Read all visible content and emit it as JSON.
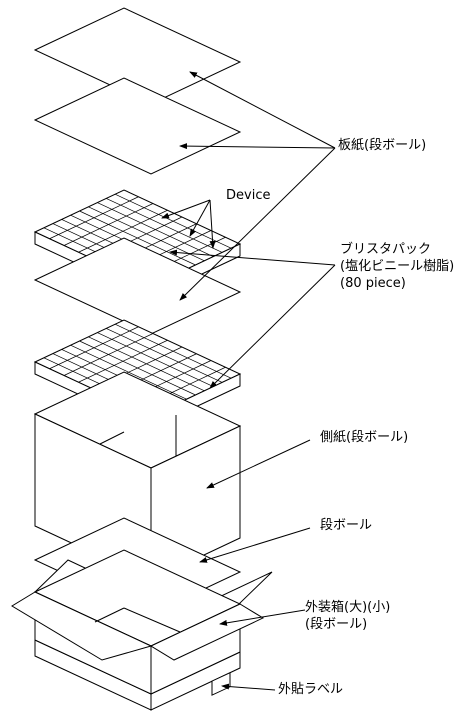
{
  "labels": {
    "board": "板紙(段ボール)",
    "device": "Device",
    "blister_line1": "ブリスタパック",
    "blister_line2": "(塩化ビニール樹脂)",
    "blister_line3": "(80 piece)",
    "side_board": "側紙(段ボール)",
    "corrugated": "段ボール",
    "outer_box_line1": "外装箱(大)(小)",
    "outer_box_line2": "(段ボール)",
    "outer_label": "外貼ラベル"
  }
}
